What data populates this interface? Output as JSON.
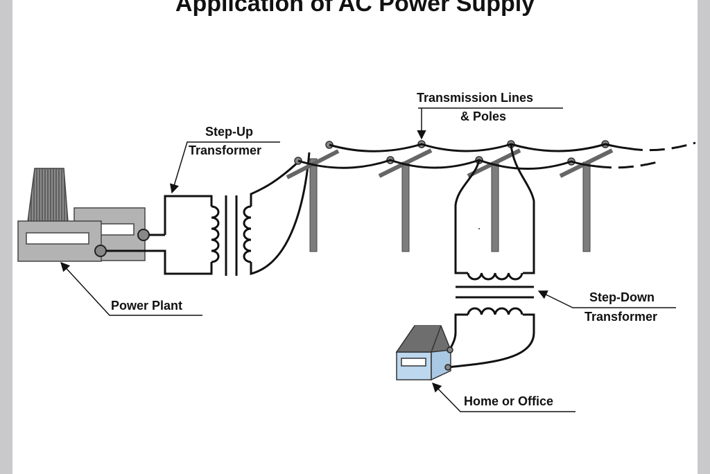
{
  "title": "Application of AC Power Supply",
  "labels": {
    "power_plant": "Power Plant",
    "step_up_line1": "Step-Up",
    "step_up_line2": "Transformer",
    "transmission_line1": "Transmission Lines",
    "transmission_line2": "& Poles",
    "step_down_line1": "Step-Down",
    "step_down_line2": "Transformer",
    "home_office": "Home or Office"
  },
  "colors": {
    "frame": "#c9c9cc",
    "plant_fill": "#b3b3b3",
    "pole": "#7d7d7d",
    "house_front": "#bcd7ee",
    "house_roof": "#6e6e6e",
    "stroke": "#111111"
  }
}
